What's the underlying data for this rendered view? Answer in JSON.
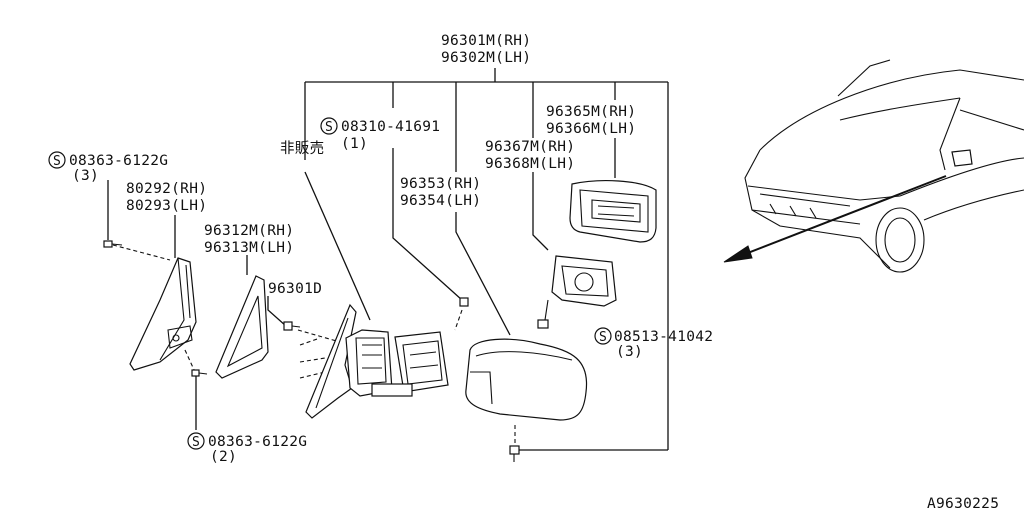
{
  "labels": {
    "mirror_rh": "96301M(RH)",
    "mirror_lh": "96302M(LH)",
    "glass_rh": "96365M(RH)",
    "glass_lh": "96366M(LH)",
    "actuator_rh": "96367M(RH)",
    "actuator_lh": "96368M(LH)",
    "screw_top_num": "08310-41691",
    "screw_top_qty": "(1)",
    "not_for_sale": "非販売",
    "cover_rh": "96353(RH)",
    "cover_lh": "96354(LH)",
    "bolt_left_num": "08363-6122G",
    "bolt_left_qty": "(3)",
    "corner_rh": "80292(RH)",
    "corner_lh": "80293(LH)",
    "trim_rh": "96312M(RH)",
    "trim_lh": "96313M(LH)",
    "clip": "96301D",
    "screw_right_num": "08513-41042",
    "screw_right_qty": "(3)",
    "bolt_bottom_num": "08363-6122G",
    "bolt_bottom_qty": "(2)",
    "figure_code": "A9630225",
    "s_mark": "S"
  }
}
